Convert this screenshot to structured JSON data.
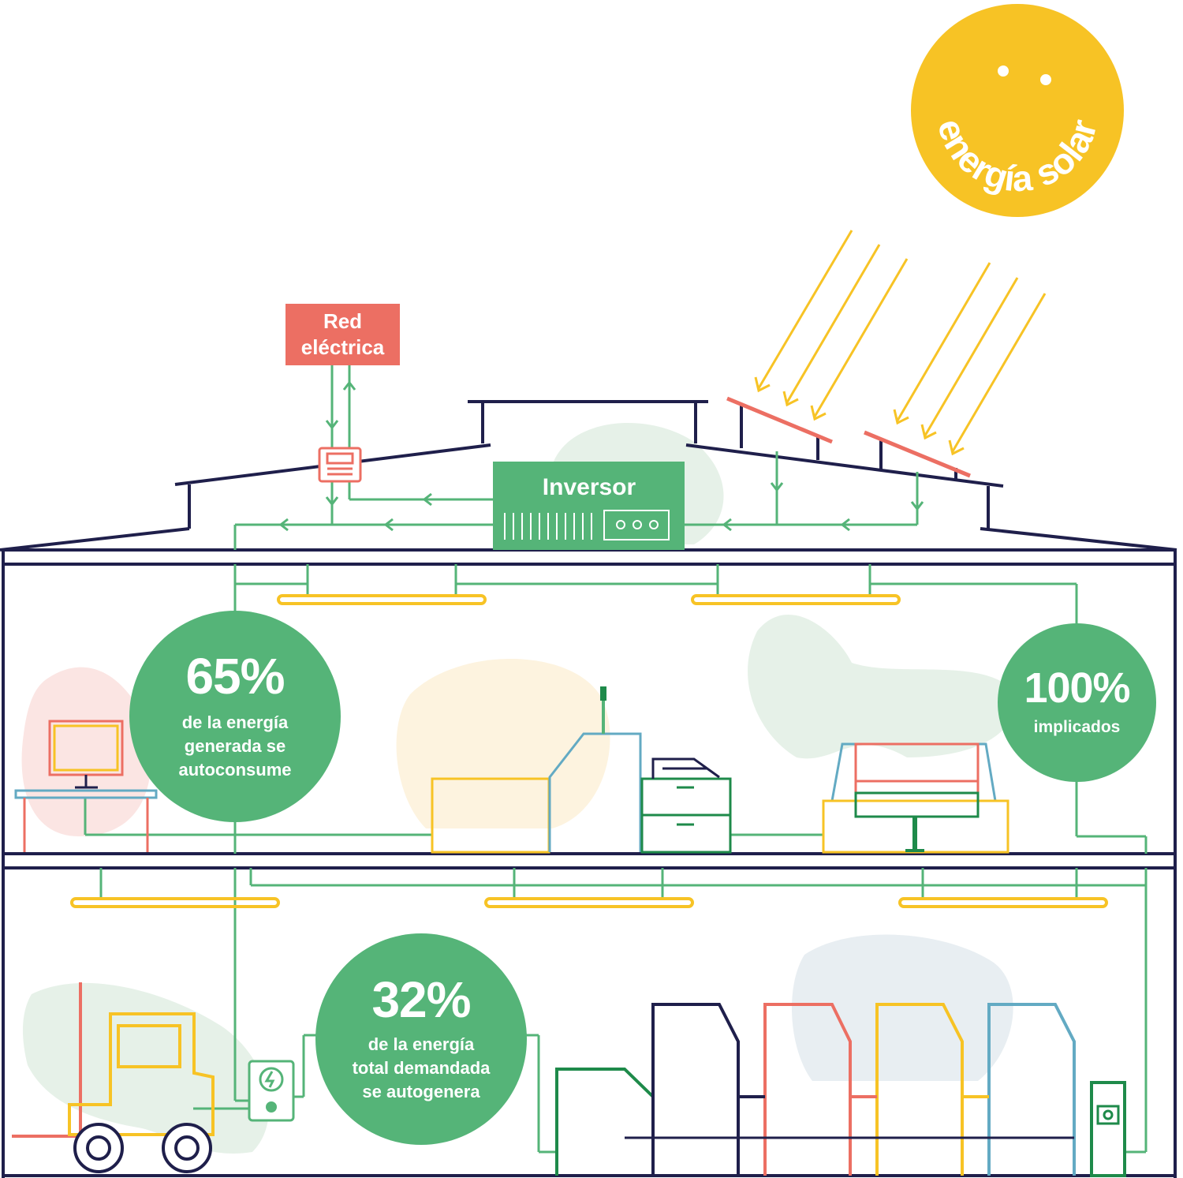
{
  "sun": {
    "label": "energía solar"
  },
  "grid": {
    "line1": "Red",
    "line2": "eléctrica"
  },
  "inverter": {
    "label": "Inversor"
  },
  "stats": [
    {
      "value": "65%",
      "lines": [
        "de la energía",
        "generada se",
        "autoconsume"
      ]
    },
    {
      "value": "100%",
      "lines": [
        "implicados"
      ]
    },
    {
      "value": "32%",
      "lines": [
        "de la energía",
        "total demandada",
        "se autogenera"
      ]
    }
  ],
  "colors": {
    "green": "#55b478",
    "dark_green": "#1e8a4a",
    "navy": "#1f1f4b",
    "yellow": "#f7c325",
    "coral": "#ec6f63",
    "blue": "#63aac3"
  }
}
